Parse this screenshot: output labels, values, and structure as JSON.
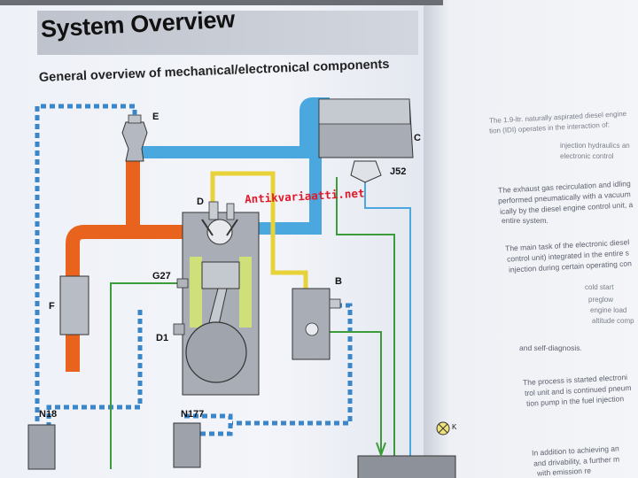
{
  "heading": "System Overview",
  "subheading": "General overview of mechanical/electronical components",
  "watermark": "Antikvariaatti.net",
  "labels": {
    "E": "E",
    "C": "C",
    "J52": "J52",
    "D": "D",
    "G27": "G27",
    "B": "B",
    "F": "F",
    "D1": "D1",
    "N18": "N18",
    "N177": "N177",
    "K": "K"
  },
  "right_text": {
    "p1_l1": "The 1.9-ltr. naturally aspirated diesel engine",
    "p1_l2": "tion (IDI) operates in the interaction of:",
    "bullet1": "injection hydraulics an",
    "bullet2": "electronic control",
    "p2_l1": "The exhaust gas recirculation and idling",
    "p2_l2": "performed pneumatically with a vacuum",
    "p2_l3": "ically by the diesel engine control unit, a",
    "p2_l4": "entire system.",
    "p3_l1": "The main task of the electronic diesel",
    "p3_l2": "control unit) integrated in the entire s",
    "p3_l3": "injection during certain operating con",
    "b3_1": "cold start",
    "b3_2": "preglow",
    "b3_3": "engine load",
    "b3_4": "altitude comp",
    "p4": "and self-diagnosis.",
    "p5_l1": "The process is started electroni",
    "p5_l2": "trol unit and is continued pneum",
    "p5_l3": "tion pump in the fuel injection",
    "p6_l1": "In addition to achieving an",
    "p6_l2": "and drivability, a further m",
    "p6_l3": "with emission re"
  },
  "colors": {
    "exhaust": "#e8641e",
    "intake": "#4aa8de",
    "vacuum_dash": "#3a86c8",
    "fuel": "#e8d23a",
    "electric": "#3d9c3a",
    "component": "#9aa0a8",
    "watermark": "#e0192a"
  }
}
